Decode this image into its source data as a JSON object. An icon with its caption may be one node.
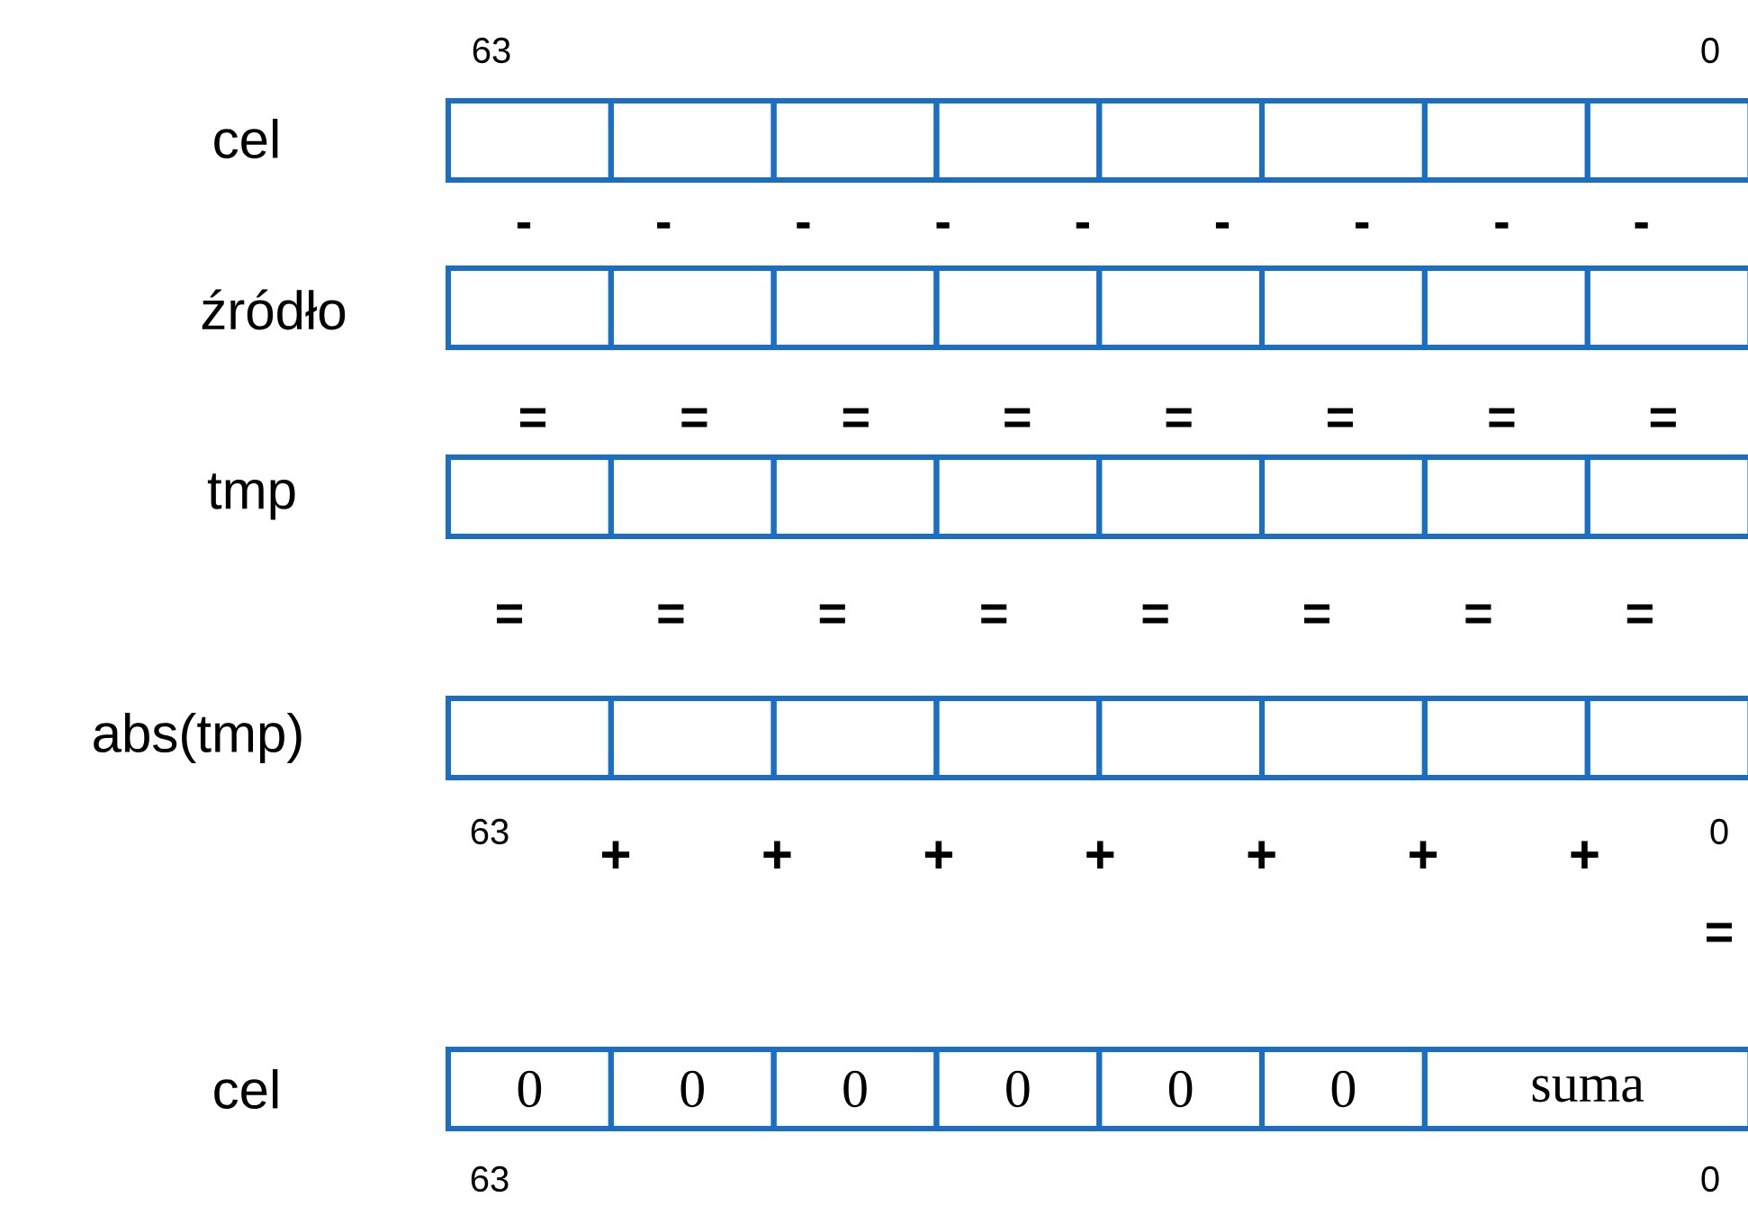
{
  "diagram": {
    "nodes": [
      {
        "text": [],
        "shape": "box"
      },
      {
        "text": [],
        "shape": "box"
      },
      {
        "text": [],
        "shape": "box"
      },
      {
        "text": [],
        "shape": "box"
      },
      {
        "text": [],
        "shape": "box"
      },
      {
        "text": [],
        "shape": "box"
      },
      {
        "text": [],
        "shape": "box"
      },
      {
        "text": [],
        "shape": "box"
      },
      {
        "text": [],
        "shape": "box"
      },
      {
        "text": [],
        "shape": "box"
      },
      {
        "text": [],
        "shape": "box"
      },
      {
        "text": [],
        "shape": "box"
      },
      {
        "text": [],
        "shape": "box"
      },
      {
        "text": [],
        "shape": "box"
      },
      {
        "text": [],
        "shape": "box"
      },
      {
        "text": [],
        "shape": "box"
      },
      {
        "text": [],
        "shape": "box"
      },
      {
        "text": [],
        "shape": "box"
      },
      {
        "text": [],
        "shape": "box"
      },
      {
        "text": [],
        "shape": "box"
      },
      {
        "text": [],
        "shape": "box"
      },
      {
        "text": [],
        "shape": "box"
      },
      {
        "text": [],
        "shape": "box"
      },
      {
        "text": [],
        "shape": "box"
      },
      {
        "text": [],
        "shape": "box"
      },
      {
        "text": [],
        "shape": "box"
      },
      {
        "text": [],
        "shape": "box"
      },
      {
        "text": [],
        "shape": "box"
      },
      {
        "text": [],
        "shape": "box"
      },
      {
        "text": [],
        "shape": "box"
      },
      {
        "text": [],
        "shape": "box"
      },
      {
        "text": [],
        "shape": "box"
      },
      {
        "text": [
          "0"
        ]
      },
      {
        "text": [
          "0"
        ]
      },
      {
        "text": [
          "0"
        ]
      },
      {
        "text": [
          "0"
        ]
      },
      {
        "text": [
          "0"
        ]
      },
      {
        "text": [
          "0"
        ]
      },
      {
        "text": [
          "suma"
        ]
      }
    ],
    "labels": [
      "63",
      "0",
      "cel",
      "-",
      "-",
      "-",
      "-",
      "-",
      "-",
      "-",
      "-",
      "-",
      "źródło",
      "=",
      "=",
      "=",
      "=",
      "=",
      "=",
      "=",
      "=",
      "tmp",
      "=",
      "=",
      "=",
      "=",
      "=",
      "=",
      "=",
      "=",
      "abs(tmp)",
      "63",
      "+",
      "+",
      "+",
      "+",
      "+",
      "+",
      "+",
      "0",
      "=",
      "cel",
      "63",
      "0"
    ]
  }
}
